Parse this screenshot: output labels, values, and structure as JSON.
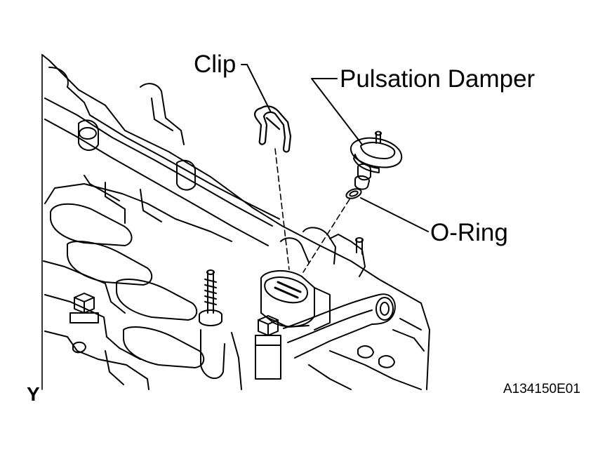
{
  "labels": {
    "clip": "Clip",
    "pulsation_damper": "Pulsation Damper",
    "o_ring": "O-Ring",
    "view_mark": "Y",
    "figure_id": "A134150E01"
  },
  "colors": {
    "ink": "#000000",
    "background": "#ffffff"
  }
}
